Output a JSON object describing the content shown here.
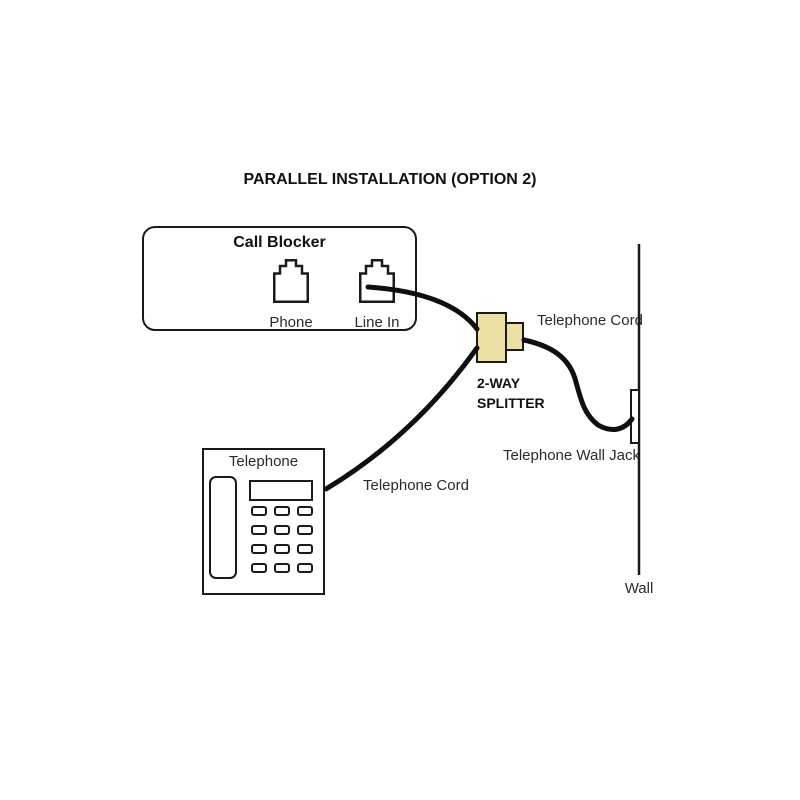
{
  "title": "PARALLEL INSTALLATION (OPTION 2)",
  "call_blocker": {
    "label": "Call Blocker",
    "ports": [
      {
        "label": "Phone"
      },
      {
        "label": "Line In"
      }
    ]
  },
  "splitter": {
    "label_line1": "2-WAY",
    "label_line2": "SPLITTER"
  },
  "telephone": {
    "label": "Telephone"
  },
  "cords": {
    "upper_label": "Telephone Cord",
    "lower_label": "Telephone Cord"
  },
  "wall": {
    "jack_label": "Telephone Wall Jack",
    "wall_label": "Wall"
  },
  "colors": {
    "background": "#ffffff",
    "outline": "#1a1a1a",
    "cord": "#0f0f0f",
    "splitter_fill": "#ede0a4",
    "text": "#2a2a2a"
  }
}
